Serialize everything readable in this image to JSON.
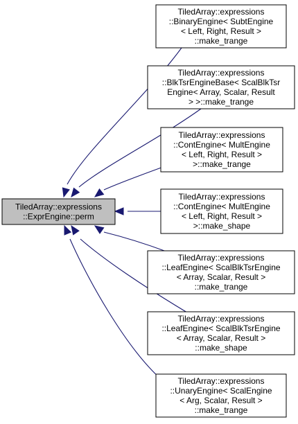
{
  "colors": {
    "edge": "#191970",
    "focus_fill": "#bfbfbf",
    "node_fill": "#ffffff",
    "border": "#000000"
  },
  "focus": {
    "lines": [
      "TiledArray::expressions",
      "::ExprEngine::perm"
    ]
  },
  "callers": [
    {
      "lines": [
        "TiledArray::expressions",
        "::BinaryEngine< SubtEngine",
        "< Left, Right, Result >",
        "::make_trange"
      ]
    },
    {
      "lines": [
        "TiledArray::expressions",
        "::BlkTsrEngineBase< ScalBlkTsr",
        "Engine< Array, Scalar, Result",
        "> >::make_trange"
      ]
    },
    {
      "lines": [
        "TiledArray::expressions",
        "::ContEngine< MultEngine",
        "< Left, Right, Result >",
        ">::make_trange"
      ]
    },
    {
      "lines": [
        "TiledArray::expressions",
        "::ContEngine< MultEngine",
        "< Left, Right, Result >",
        ">::make_shape"
      ]
    },
    {
      "lines": [
        "TiledArray::expressions",
        "::LeafEngine< ScalBlkTsrEngine",
        "< Array, Scalar, Result >",
        "::make_trange"
      ]
    },
    {
      "lines": [
        "TiledArray::expressions",
        "::LeafEngine< ScalBlkTsrEngine",
        "< Array, Scalar, Result >",
        "::make_shape"
      ]
    },
    {
      "lines": [
        "TiledArray::expressions",
        "::UnaryEngine< ScalEngine",
        "< Arg, Scalar, Result >",
        "::make_trange"
      ]
    }
  ]
}
